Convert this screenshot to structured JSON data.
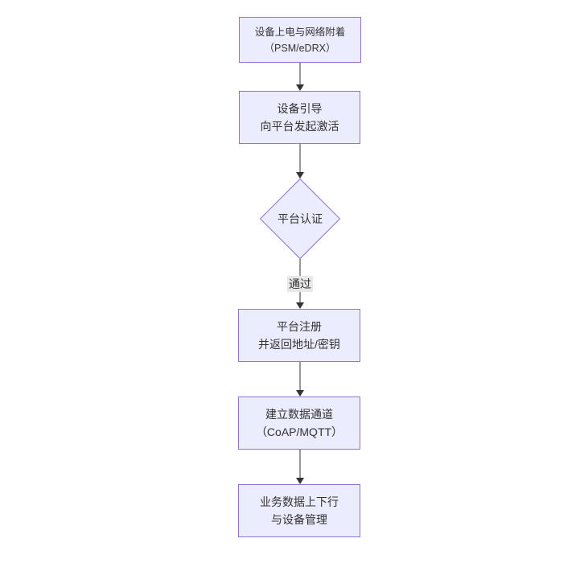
{
  "theme": {
    "page_bg": "#ffffff",
    "node_fill": "#ECECFF",
    "node_border": "#9370DB",
    "edge_color": "#333333",
    "text_color": "#333333",
    "label_bg": "#e8e8e8"
  },
  "flowchart": {
    "nodes": [
      {
        "id": "power-attach",
        "type": "rect",
        "line1": "设备上电与网络附着",
        "line2": "（PSM/eDRX）"
      },
      {
        "id": "bootstrap",
        "type": "rect",
        "line1": "设备引导",
        "line2": "向平台发起激活"
      },
      {
        "id": "platform-auth",
        "type": "diamond",
        "line1": "平台认证"
      },
      {
        "id": "platform-register",
        "type": "rect",
        "line1": "平台注册",
        "line2": "并返回地址/密钥"
      },
      {
        "id": "data-channel",
        "type": "rect",
        "line1": "建立数据通道",
        "line2": "（CoAP/MQTT）"
      },
      {
        "id": "business-data",
        "type": "rect",
        "line1": "业务数据上下行",
        "line2": "与设备管理"
      }
    ],
    "edges": [
      {
        "from": "power-attach",
        "to": "bootstrap",
        "label": ""
      },
      {
        "from": "bootstrap",
        "to": "platform-auth",
        "label": ""
      },
      {
        "from": "platform-auth",
        "to": "platform-register",
        "label": "通过"
      },
      {
        "from": "platform-register",
        "to": "data-channel",
        "label": ""
      },
      {
        "from": "data-channel",
        "to": "business-data",
        "label": ""
      }
    ]
  }
}
